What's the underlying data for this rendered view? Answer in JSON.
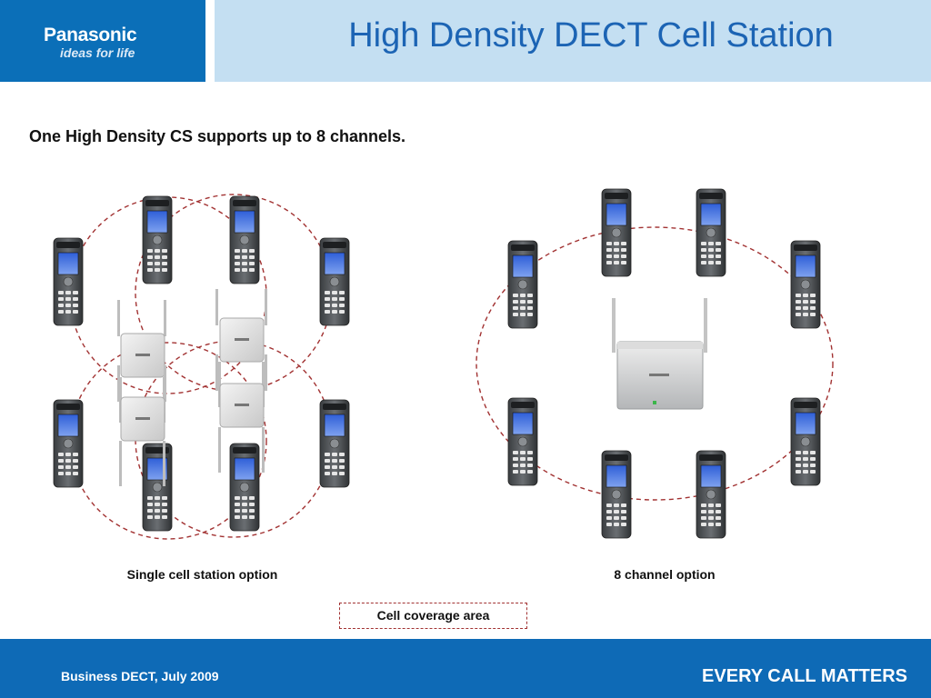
{
  "header": {
    "brand": "Panasonic",
    "tagline": "ideas for life",
    "title": "High Density DECT Cell Station"
  },
  "body": {
    "subtitle": "One High Density CS supports up to 8 channels.",
    "left_caption": "Single cell station option",
    "right_caption": "8 channel option",
    "legend_label": "Cell coverage area"
  },
  "footer": {
    "left_text": "Business DECT,  July 2009",
    "right_text": "EVERY CALL MATTERS"
  },
  "colors": {
    "brand_blue": "#0b6fb8",
    "title_band": "#c4dff2",
    "coverage_dash": "#a23232"
  }
}
